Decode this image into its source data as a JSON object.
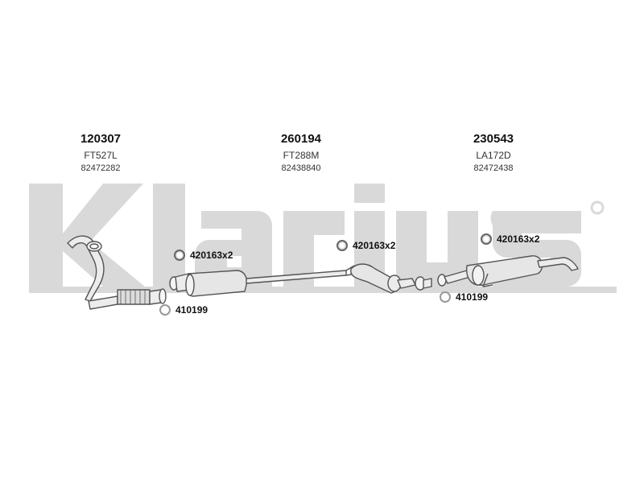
{
  "watermark": {
    "brand": "Klarius",
    "color": "#d7d7d7"
  },
  "parts": [
    {
      "number": "120307",
      "code": "FT527L",
      "oe": "82472282"
    },
    {
      "number": "260194",
      "code": "FT288M",
      "oe": "82438840"
    },
    {
      "number": "230543",
      "code": "LA172D",
      "oe": "82472438"
    }
  ],
  "accessories": {
    "clamp_a": "420163x2",
    "clamp_b": "420163x2",
    "clamp_c": "420163x2",
    "ring_a": "410199",
    "ring_b": "410199"
  },
  "colors": {
    "line": "#555555",
    "fill": "#e9e9e9",
    "text": "#111111"
  }
}
